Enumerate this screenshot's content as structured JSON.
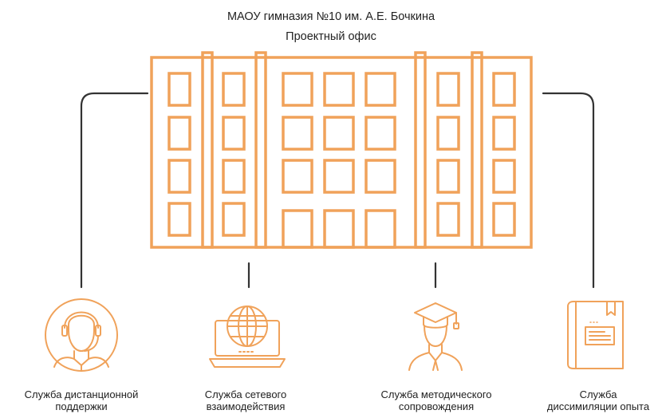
{
  "header": {
    "title_line1": "МАОУ гимназия №10 им. А.Е. Бочкина",
    "title_line2": "Проектный офис"
  },
  "colors": {
    "accent": "#F0A25A",
    "connector": "#333333",
    "text": "#222222"
  },
  "services": [
    {
      "icon": "headset-operator-icon",
      "line1": "Служба дистанционной",
      "line2": "поддержки"
    },
    {
      "icon": "laptop-globe-icon",
      "line1": "Служба сетевого",
      "line2": "взаимодействия"
    },
    {
      "icon": "graduate-student-icon",
      "line1": "Служба методического",
      "line2": "сопровождения"
    },
    {
      "icon": "book-icon",
      "line1": "Служба",
      "line2": "диссимиляции опыта"
    }
  ]
}
